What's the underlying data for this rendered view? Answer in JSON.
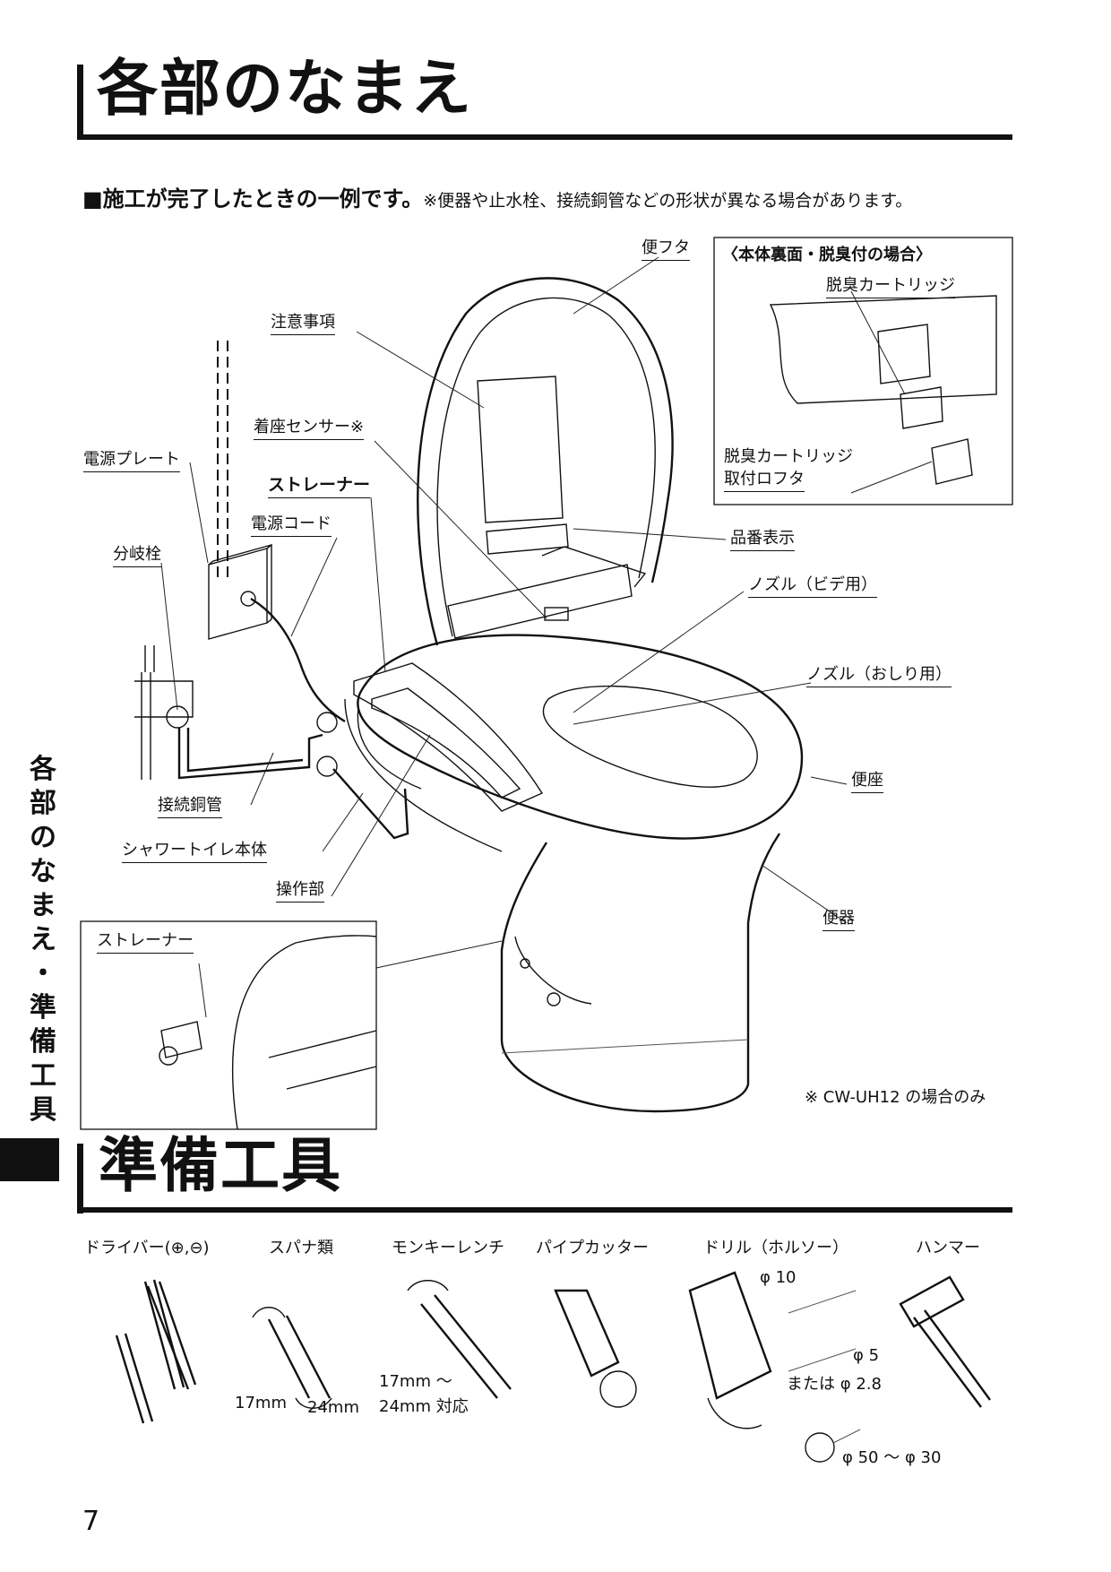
{
  "sections": {
    "parts_title": "各部のなまえ",
    "tools_title": "準備工具"
  },
  "subtitle": {
    "bold": "■施工が完了したときの一例です。",
    "note": "※便器や止水栓、接続銅管などの形状が異なる場合があります。"
  },
  "labels": {
    "lid": "便フタ",
    "caution": "注意事項",
    "seat_sensor": "着座センサー※",
    "power_plate": "電源プレート",
    "strainer": "ストレーナー",
    "power_cord": "電源コード",
    "branch_valve": "分岐栓",
    "model_display": "品番表示",
    "nozzle_bidet": "ノズル（ビデ用）",
    "nozzle_oshiri": "ノズル（おしり用）",
    "seat": "便座",
    "copper_pipe": "接続銅管",
    "unit_body": "シャワートイレ本体",
    "control": "操作部",
    "bowl": "便器",
    "note_model": "※ CW-UH12 の場合のみ"
  },
  "inset_back": {
    "title": "〈本体裏面・脱臭付の場合〉",
    "cartridge": "脱臭カートリッジ",
    "cover_line1": "脱臭カートリッジ",
    "cover_line2": "取付ロフタ"
  },
  "inset_strainer": {
    "label": "ストレーナー"
  },
  "side_tab": {
    "chars": [
      "各",
      "部",
      "の",
      "な",
      "ま",
      "え",
      "・",
      "準",
      "備",
      "工",
      "具"
    ]
  },
  "tools": [
    {
      "name": "ドライバー(⊕,⊖)"
    },
    {
      "name": "スパナ類",
      "sizes": [
        "17mm",
        "24mm"
      ]
    },
    {
      "name": "モンキーレンチ",
      "spec_line1": "17mm ～",
      "spec_line2": "24mm 対応"
    },
    {
      "name": "パイプカッター"
    },
    {
      "name": "ドリル（ホルソー）",
      "bits": [
        "φ 10",
        "φ 5",
        "または φ 2.8",
        "φ 50 ～ φ 30"
      ]
    },
    {
      "name": "ハンマー"
    }
  ],
  "page_number": "7"
}
